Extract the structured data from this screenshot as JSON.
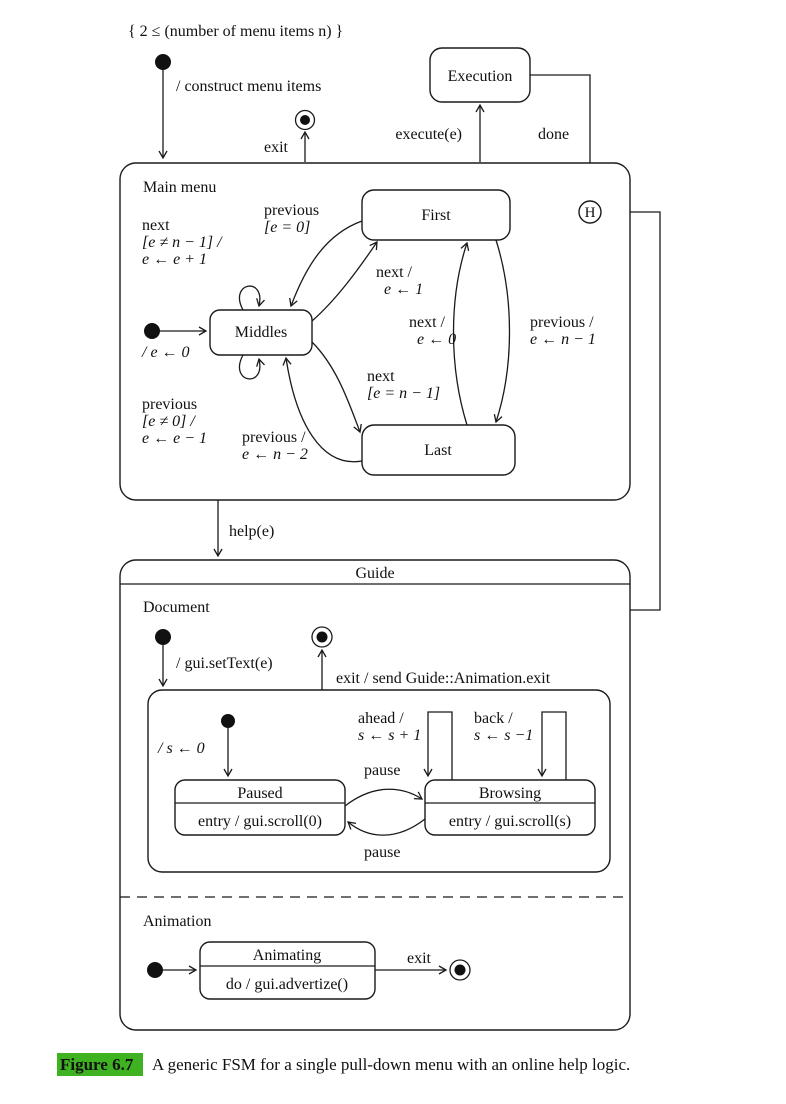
{
  "top": {
    "constraint": "{ 2 ≤ (number of menu items n) }",
    "construct_label": "/ construct menu items",
    "execution_state": "Execution",
    "exit_label": "exit",
    "execute_label": "execute(e)",
    "done_label": "done"
  },
  "main_menu": {
    "title": "Main menu",
    "states": {
      "first": "First",
      "middles": "Middles",
      "last": "Last",
      "history": "H"
    },
    "init_action": "/ e ← 0",
    "next_self": [
      "next",
      "[e ≠ n − 1] /",
      "e ← e + 1"
    ],
    "prev_self": [
      "previous",
      "[e ≠ 0] /",
      "e ← e − 1"
    ],
    "prev_first_to_middles": [
      "previous",
      "[e = 0]"
    ],
    "next_middles_to_first": [
      "next /",
      "e ← 1"
    ],
    "next_last_to_first": [
      "next /",
      "e ← 0"
    ],
    "prev_first_to_last": [
      "previous /",
      "e ← n − 1"
    ],
    "next_middles_to_last": [
      "next",
      "[e = n − 1]"
    ],
    "prev_last_to_middles": [
      "previous /",
      "e ← n − 2"
    ]
  },
  "help_label": "help(e)",
  "guide": {
    "title": "Guide",
    "document": {
      "region_label": "Document",
      "init_action": "/ gui.setText(e)",
      "exit_action": "exit / send Guide::Animation.exit",
      "scroll_init": "/ s ← 0",
      "ahead": [
        "ahead /",
        "s ← s + 1"
      ],
      "back": [
        "back /",
        "s ← s −1"
      ],
      "pause_forward": "pause",
      "pause_back": "pause",
      "paused_state": {
        "title": "Paused",
        "entry": "entry / gui.scroll(0)"
      },
      "browsing_state": {
        "title": "Browsing",
        "entry": "entry / gui.scroll(s)"
      }
    },
    "animation": {
      "region_label": "Animation",
      "animating_state": {
        "title": "Animating",
        "do_action": "do / gui.advertize()"
      },
      "exit_label": "exit"
    }
  },
  "caption": {
    "label": "Figure 6.7",
    "text": "A generic FSM for a single pull-down menu with an online help logic.",
    "highlight_color": "#3fb222"
  }
}
